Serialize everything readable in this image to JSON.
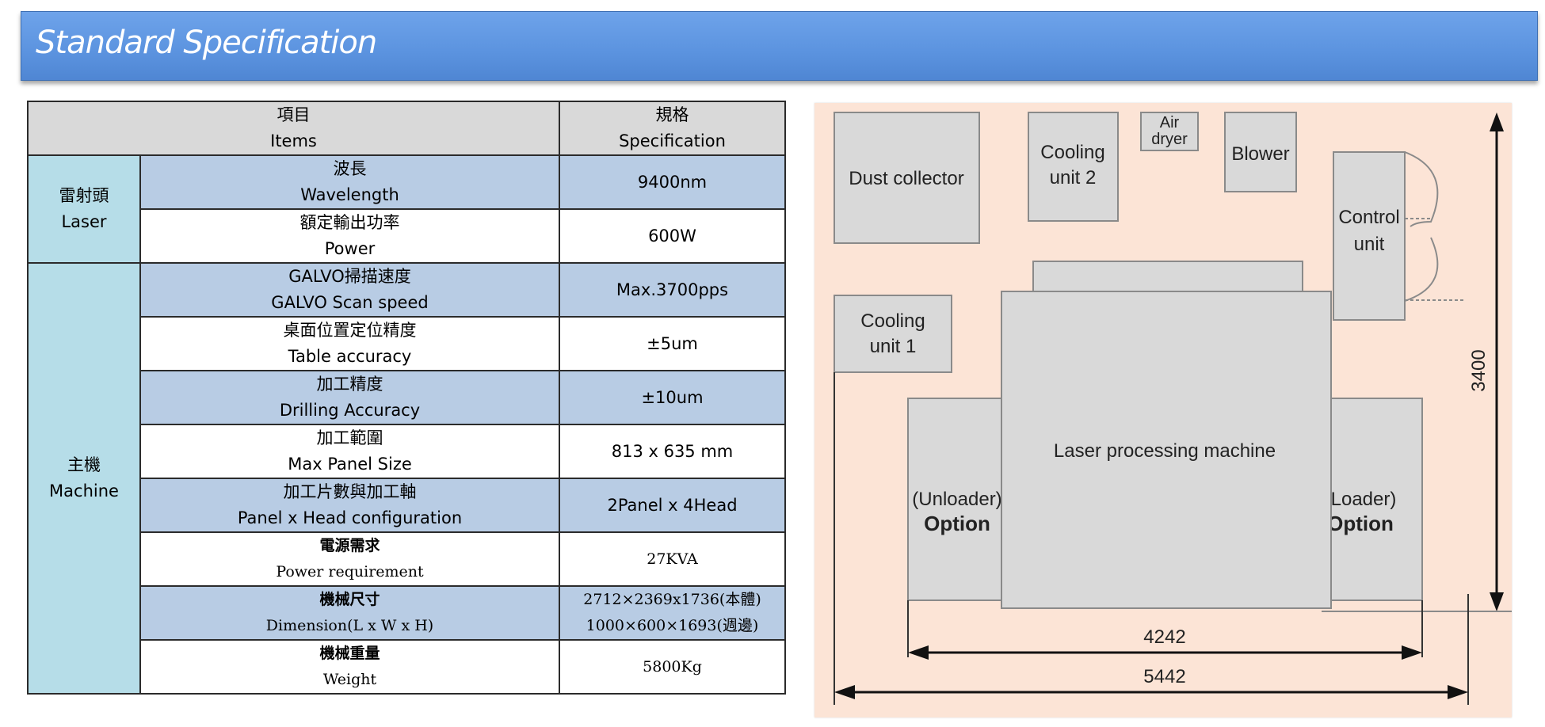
{
  "banner": {
    "title": "Standard Specification"
  },
  "table": {
    "header": {
      "items_zh": "項目",
      "items_en": "Items",
      "spec_zh": "規格",
      "spec_en": "Specification"
    },
    "laser_category": {
      "zh": "雷射頭",
      "en": "Laser"
    },
    "machine_category": {
      "zh": "主機",
      "en": "Machine"
    },
    "rows": [
      {
        "zh": "波長",
        "en": "Wavelength",
        "value": "9400nm"
      },
      {
        "zh": "額定輸出功率",
        "en": "Power",
        "value": "600W"
      },
      {
        "zh": "GALVO掃描速度",
        "en": "GALVO Scan speed",
        "value": "Max.3700pps"
      },
      {
        "zh": "桌面位置定位精度",
        "en": "Table accuracy",
        "value": "±5um"
      },
      {
        "zh": "加工精度",
        "en": "Drilling Accuracy",
        "value": "±10um"
      },
      {
        "zh": "加工範圍",
        "en": "Max Panel Size",
        "value": "813 x 635 mm"
      },
      {
        "zh": "加工片數與加工軸",
        "en": "Panel x Head configuration",
        "value": "2Panel x 4Head"
      },
      {
        "zh": "電源需求",
        "en": "Power requirement",
        "value": "27KVA"
      },
      {
        "zh": "機械尺寸",
        "en": "Dimension(L x W x H)",
        "value": "2712×2369x1736(本體)",
        "value2": "1000×600×1693(週邊)"
      },
      {
        "zh": "機械重量",
        "en": "Weight",
        "value": "5800Kg"
      }
    ]
  },
  "floor_plan": {
    "dust_collector": "Dust collector",
    "cooling2_l1": "Cooling",
    "cooling2_l2": "unit 2",
    "air_l1": "Air",
    "air_l2": "dryer",
    "blower": "Blower",
    "control_l1": "Control",
    "control_l2": "unit",
    "cooling1_l1": "Cooling",
    "cooling1_l2": "unit 1",
    "laser_machine": "Laser processing machine",
    "unloader_l1": "(Unloader)",
    "unloader_l2": "Option",
    "loader_l1": "(Loader)",
    "loader_l2": "Option",
    "dim_height": "3400",
    "dim_inner": "4242",
    "dim_outer": "5442"
  }
}
